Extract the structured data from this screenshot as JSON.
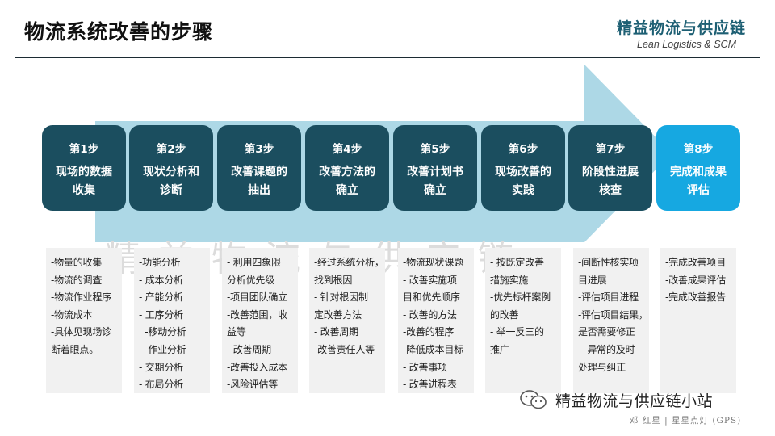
{
  "header": {
    "title": "物流系统改善的步骤",
    "brand_cn": "精益物流与供应链",
    "brand_en": "Lean Logistics & SCM"
  },
  "colors": {
    "step_box": "#1b4e5f",
    "final_step_box": "#16a8e1",
    "arrow": "#add8e6",
    "detail_box": "#f1f1f1"
  },
  "steps": [
    {
      "no": "第1步",
      "title_1": "现场的数据",
      "title_2": "收集",
      "details": [
        "-物量的收集",
        "-物流的调查",
        "-物流作业程序",
        "-物流成本",
        "-具体见现场诊",
        "断着眼点。"
      ]
    },
    {
      "no": "第2步",
      "title_1": "现状分析和",
      "title_2": "诊断",
      "details": [
        "-功能分析",
        "- 成本分析",
        "- 产能分析",
        "- 工序分析",
        "  -移动分析",
        "  -作业分析",
        "- 交期分析",
        "- 布局分析"
      ]
    },
    {
      "no": "第3步",
      "title_1": "改善课题的",
      "title_2": "抽出",
      "details": [
        "- 利用四象限",
        "分析优先级",
        "-项目团队确立",
        "-改善范围，收",
        "益等",
        "- 改善周期",
        "-改善投入成本",
        "-风险评估等"
      ]
    },
    {
      "no": "第4步",
      "title_1": "改善方法的",
      "title_2": "确立",
      "details": [
        "-经过系统分析，",
        "找到根因",
        "- 针对根因制",
        "定改善方法",
        "- 改善周期",
        "-改善责任人等"
      ]
    },
    {
      "no": "第5步",
      "title_1": "改善计划书",
      "title_2": "确立",
      "details": [
        "-物流现状课题",
        "- 改善实施项",
        "目和优先顺序",
        "- 改善的方法",
        "-改善的程序",
        "-降低成本目标",
        "- 改善事项",
        "- 改善进程表"
      ]
    },
    {
      "no": "第6步",
      "title_1": "现场改善的",
      "title_2": "实践",
      "details": [
        "- 按既定改善",
        "措施实施",
        "-优先标杆案例",
        "的改善",
        "- 举一反三的",
        "推广"
      ]
    },
    {
      "no": "第7步",
      "title_1": "阶段性进展",
      "title_2": "核查",
      "details": [
        "-间断性核实项",
        "目进展",
        "-评估项目进程",
        "-评估项目结果，",
        "是否需要修正",
        "  -异常的及时",
        "处理与纠正"
      ]
    },
    {
      "no": "第8步",
      "title_1": "完成和成果",
      "title_2": "评估",
      "details": [
        "-完成改善项目",
        "-改善成果评估",
        "-完成改善报告"
      ]
    }
  ],
  "watermark": "精益物流与供应链",
  "footer": {
    "wechat_icon": "wechat-icon",
    "account_name": "精益物流与供应链小站",
    "credit": "邓 红星 | 星星点灯 (GPS)"
  }
}
